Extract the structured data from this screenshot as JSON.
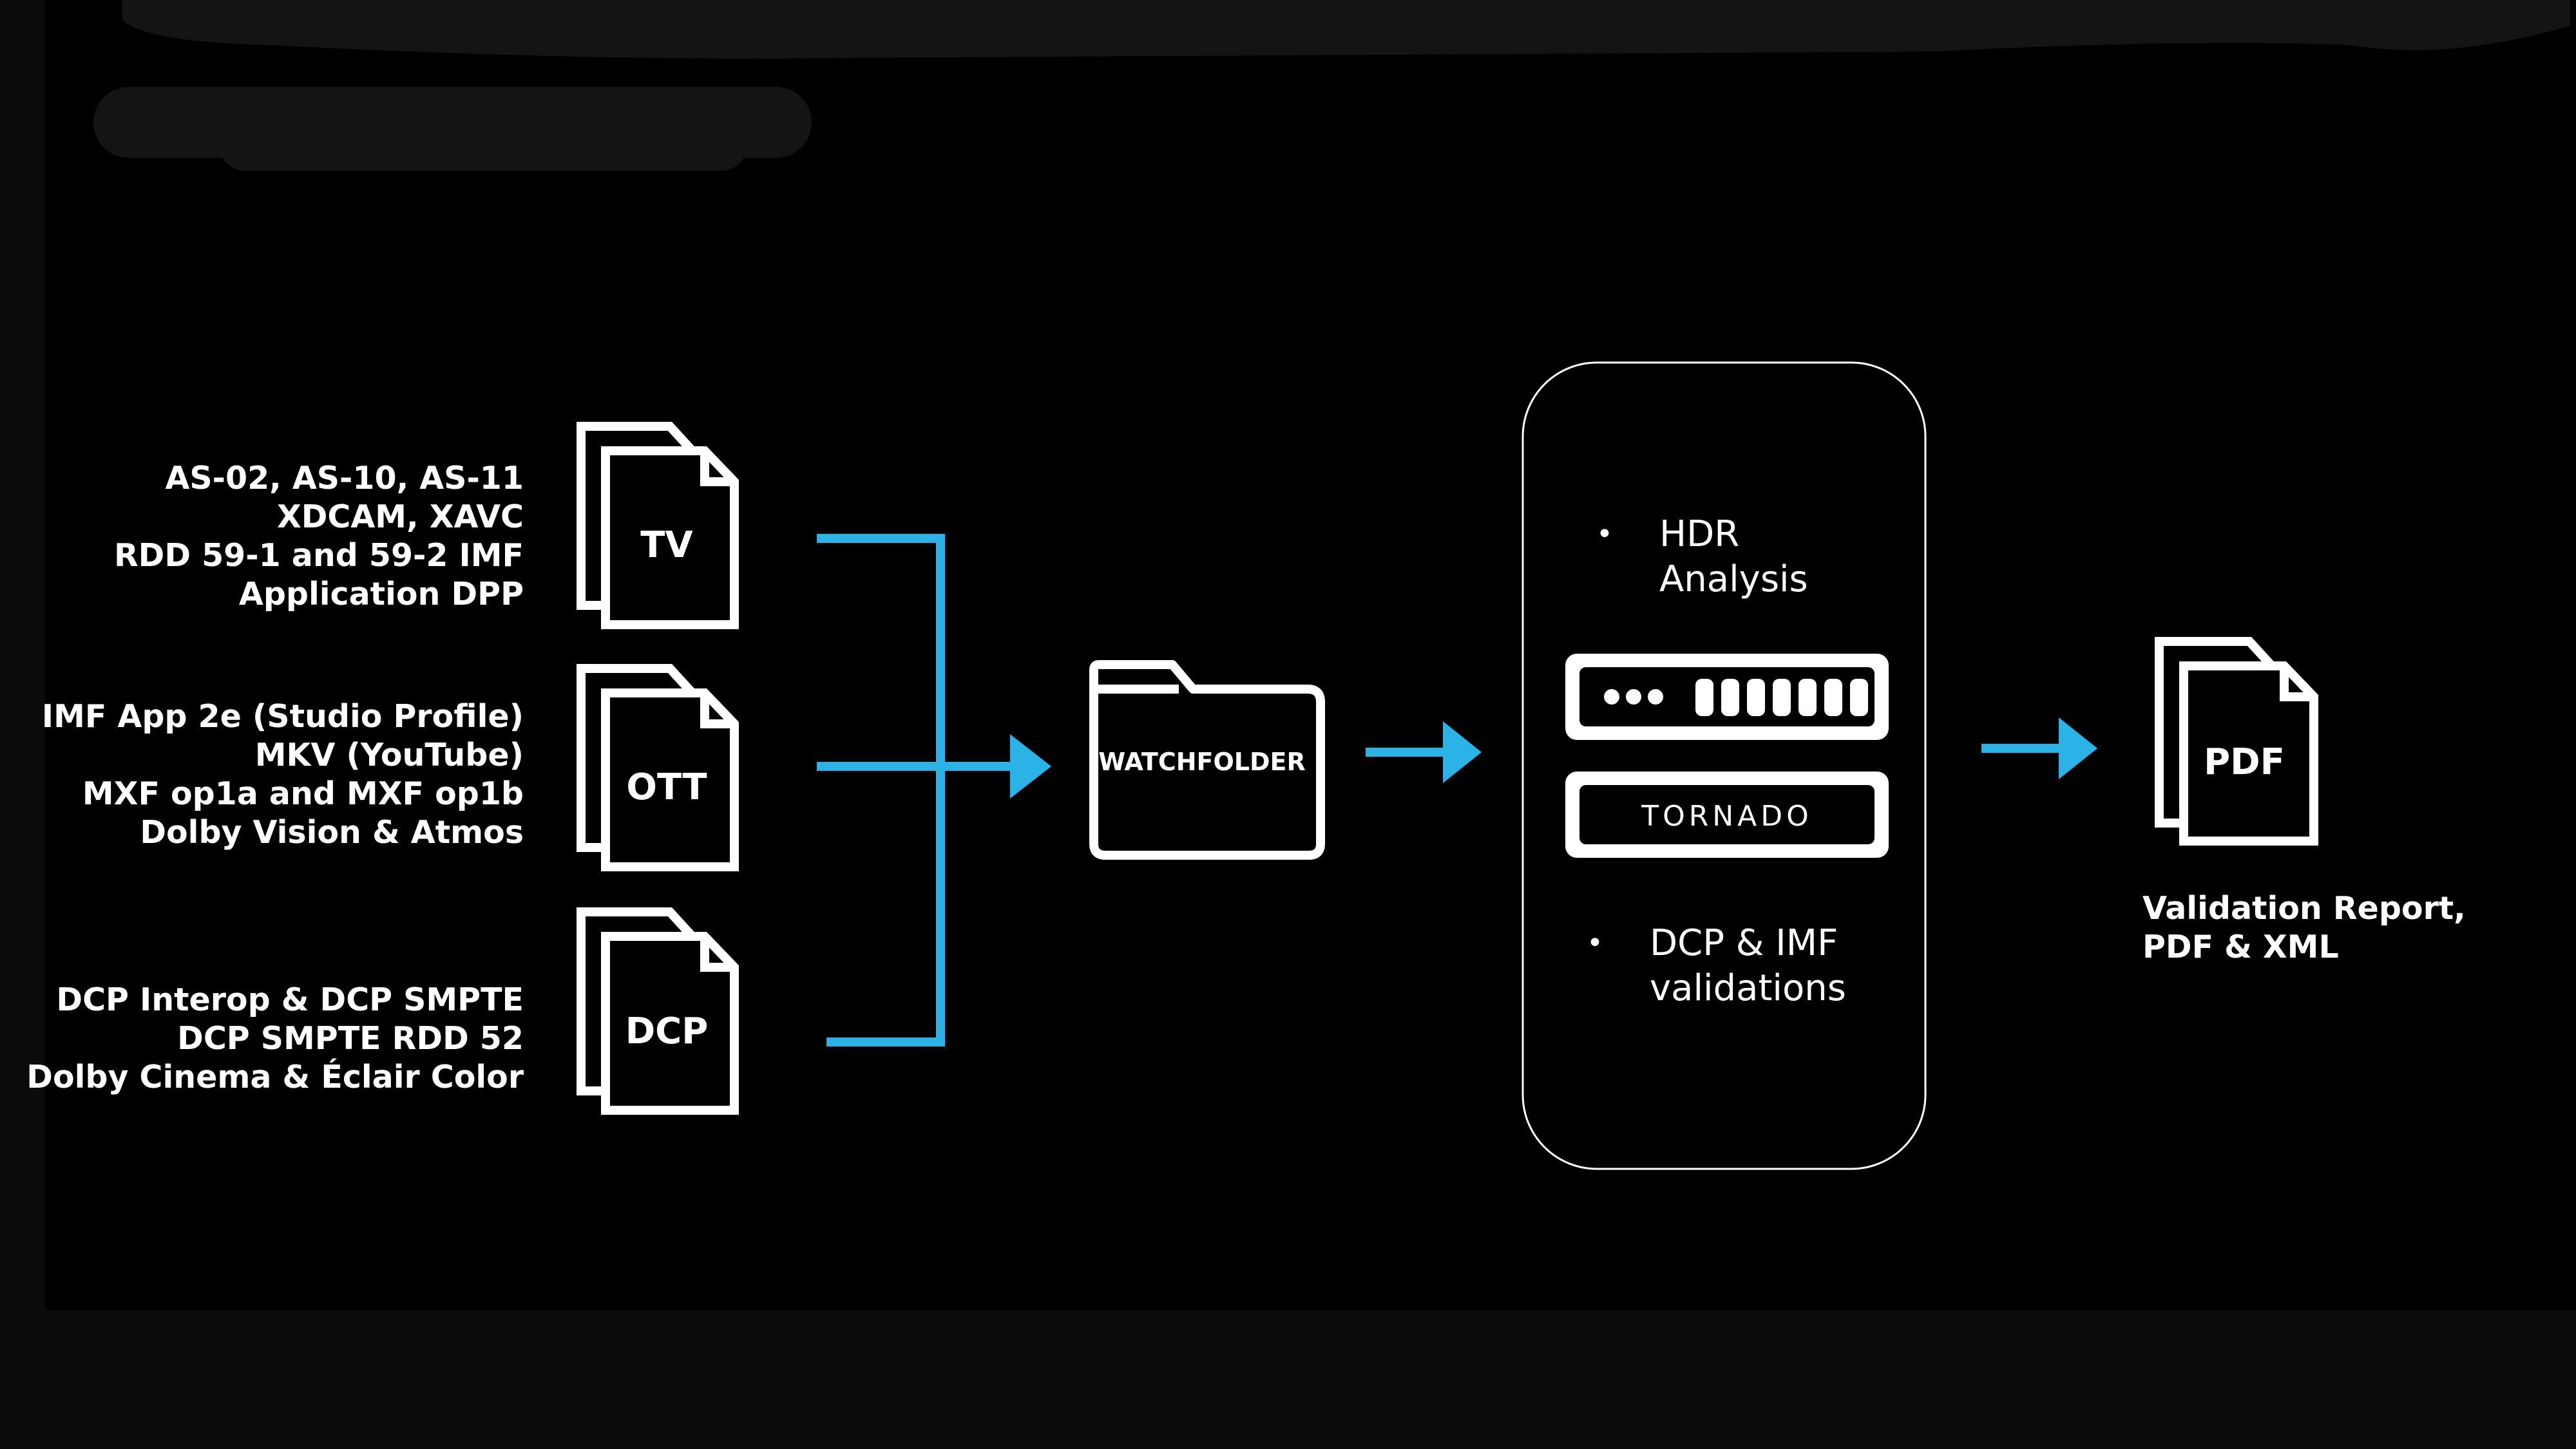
{
  "inputs": [
    {
      "type_label": "TV",
      "formats": [
        "AS-02, AS-10, AS-11",
        "XDCAM, XAVC",
        "RDD 59-1 and 59-2 IMF",
        "Application DPP"
      ]
    },
    {
      "type_label": "OTT",
      "formats": [
        "IMF App 2e (Studio Profile)",
        "MKV (YouTube)",
        "MXF op1a and MXF op1b",
        "Dolby Vision & Atmos"
      ]
    },
    {
      "type_label": "DCP",
      "formats": [
        "DCP Interop & DCP SMPTE",
        "DCP SMPTE RDD 52",
        "Dolby Cinema & Éclair Color"
      ]
    }
  ],
  "watchfolder": {
    "label": "WATCHFOLDER"
  },
  "processor": {
    "bullets": [
      "HDR Analysis",
      "DCP & IMF validations"
    ],
    "bullet_lines": [
      [
        "HDR",
        "Analysis"
      ],
      [
        "DCP & IMF",
        "validations"
      ]
    ],
    "server_name": "TORNADO"
  },
  "output": {
    "doc_label": "PDF",
    "caption_lines": [
      "Validation Report,",
      "PDF & XML"
    ]
  },
  "icons": {
    "input_docs": "stacked-document-icon",
    "watchfolder": "folder-icon",
    "server": "server-rack-icon",
    "output_doc": "stacked-document-icon",
    "flow": "arrow-right-icon"
  },
  "colors": {
    "background": "#000000",
    "accent": "#2bb3e8",
    "foreground": "#ffffff"
  }
}
